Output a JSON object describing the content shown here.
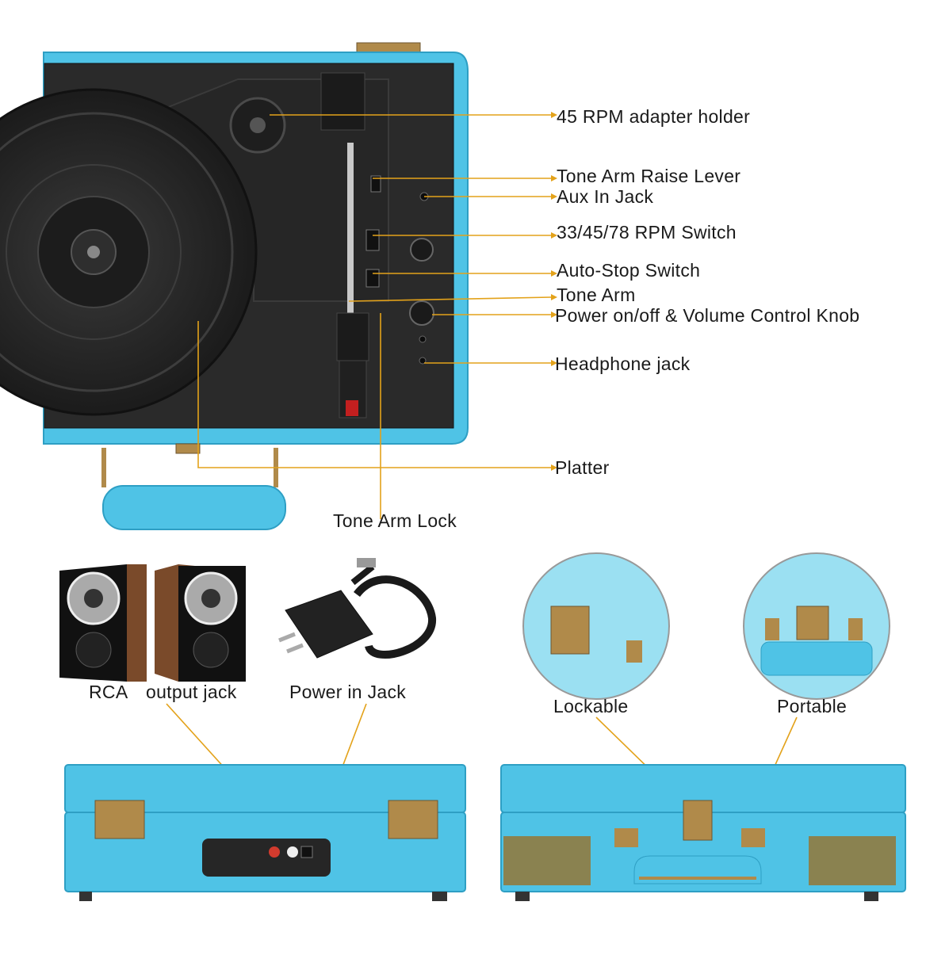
{
  "callouts": {
    "adapter_holder": "45 RPM adapter holder",
    "raise_lever": "Tone Arm Raise Lever",
    "aux_in": "Aux In Jack",
    "rpm_switch": "33/45/78 RPM Switch",
    "auto_stop": "Auto-Stop Switch",
    "tone_arm": "Tone Arm",
    "power_volume": "Power on/off & Volume Control Knob",
    "headphone": "Headphone jack",
    "platter": "Platter",
    "arm_lock": "Tone Arm Lock"
  },
  "bottom_left": {
    "rca": "RCA",
    "output_jack": "output jack",
    "power_in": "Power in Jack"
  },
  "bottom_right": {
    "lockable": "Lockable",
    "portable": "Portable"
  },
  "colors": {
    "case_blue": "#4fc3e6",
    "callout_line": "#e3a21a",
    "deck_black": "#222222",
    "brass": "#b08a4a"
  },
  "icons": {
    "speakers": "speaker-pair-icon",
    "adapter": "power-adapter-icon"
  }
}
